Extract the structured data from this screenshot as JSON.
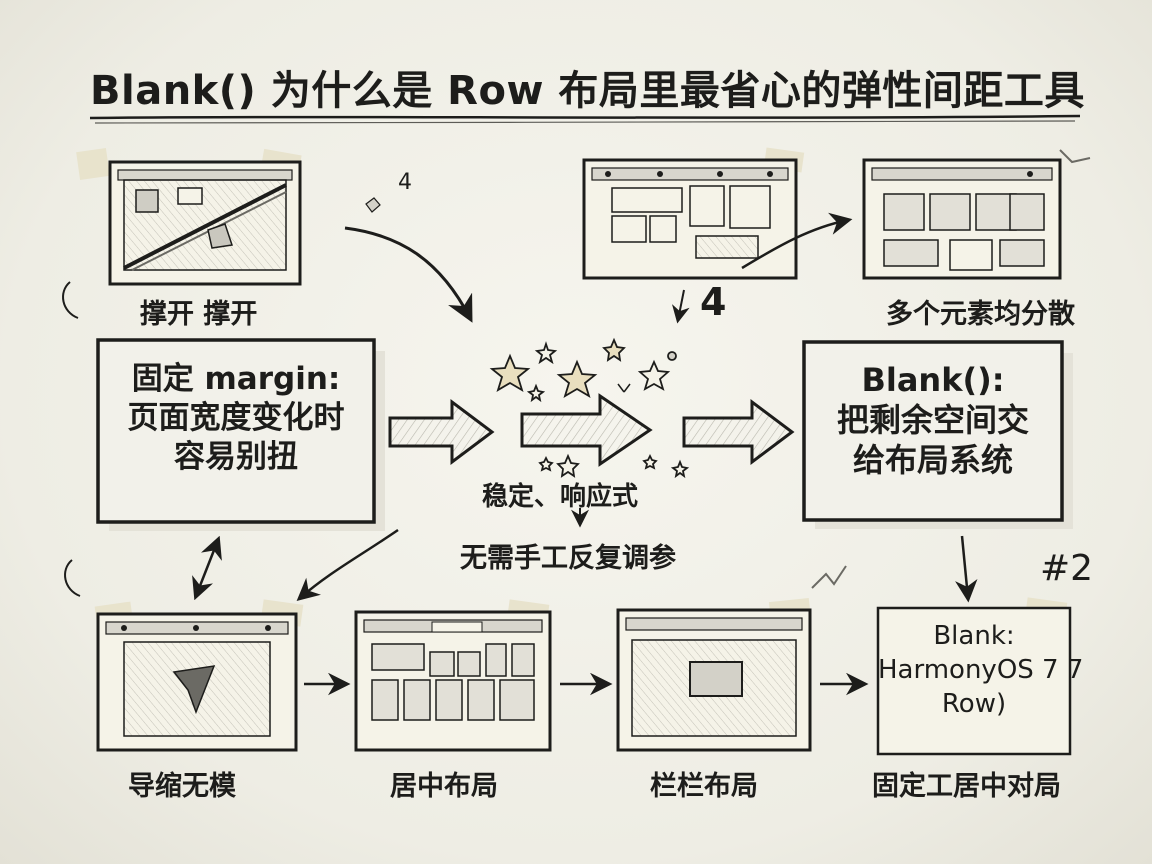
{
  "title": "Blank() 为什么是 Row 布局里最省心的弹性间距工具",
  "top_row": {
    "left_caption": "撑开 撑开",
    "right_caption": "多个元素均分散",
    "mark_small": "4",
    "mark_big": "4"
  },
  "middle_row": {
    "left_box": {
      "line1": "固定 margin:",
      "line2": "页面宽度变化时",
      "line3": "容易别扭"
    },
    "center": {
      "caption": "稳定、响应式",
      "sub_caption": "无需手工反复调参"
    },
    "right_box": {
      "line1": "Blank():",
      "line2": "把剩余空间交",
      "line3": "给布局系统"
    },
    "mark": "#2"
  },
  "bottom_row": {
    "captions": [
      "导缩无模",
      "居中布局",
      "栏栏布局",
      "固定工居中对局"
    ],
    "note": {
      "line1": "Blank:",
      "line2": "HarmonyOS 7  7",
      "line3": "Row)"
    }
  },
  "colors": {
    "ink": "#1d1d1b",
    "paper": "#efeee6",
    "tape": "#e6e1c8",
    "star_fill": "#e9dfbf"
  }
}
